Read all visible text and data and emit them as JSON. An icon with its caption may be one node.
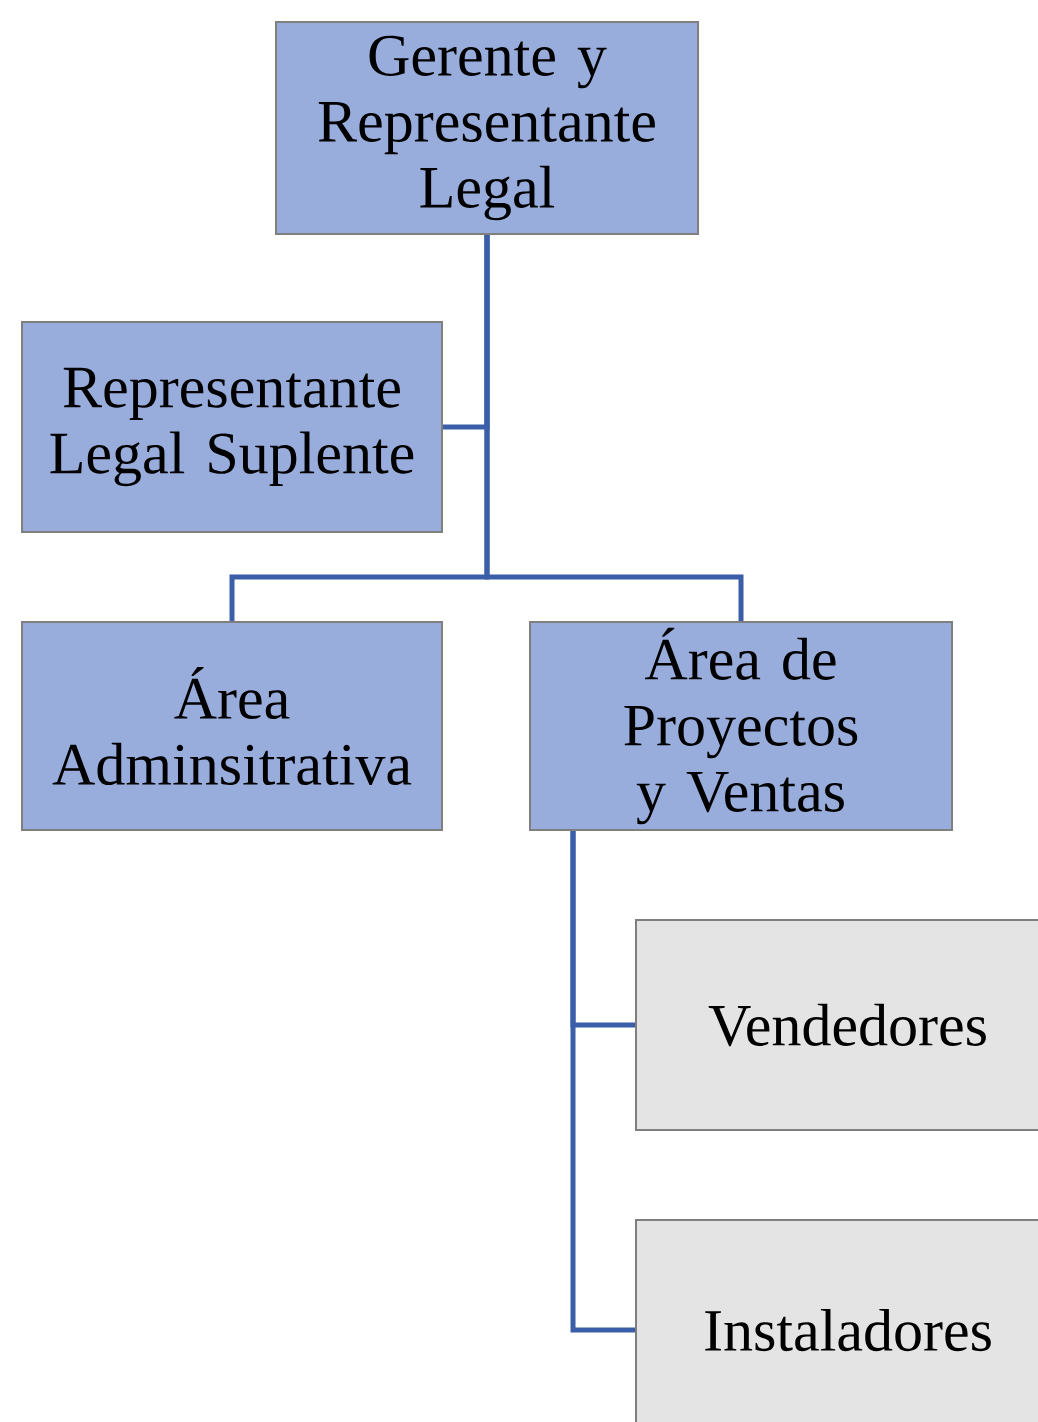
{
  "diagram": {
    "nodes": [
      {
        "text": [
          "Gerente y Representante Legal"
        ]
      },
      {
        "text": [
          "Representante Legal Suplente"
        ]
      },
      {
        "text": [
          "Área Adminsitrativa"
        ]
      },
      {
        "text": [
          "Área de Proyectos y Ventas"
        ]
      },
      {
        "text": [
          "Vendedores"
        ]
      },
      {
        "text": [
          "Instaladores"
        ]
      }
    ],
    "edges": [
      {
        "from": 0,
        "to": 1,
        "arrow": "none"
      },
      {
        "from": 0,
        "to": 2,
        "arrow": "none"
      },
      {
        "from": 0,
        "to": 3,
        "arrow": "none"
      },
      {
        "from": 3,
        "to": 4,
        "arrow": "none"
      },
      {
        "from": 3,
        "to": 5,
        "arrow": "none"
      }
    ]
  }
}
